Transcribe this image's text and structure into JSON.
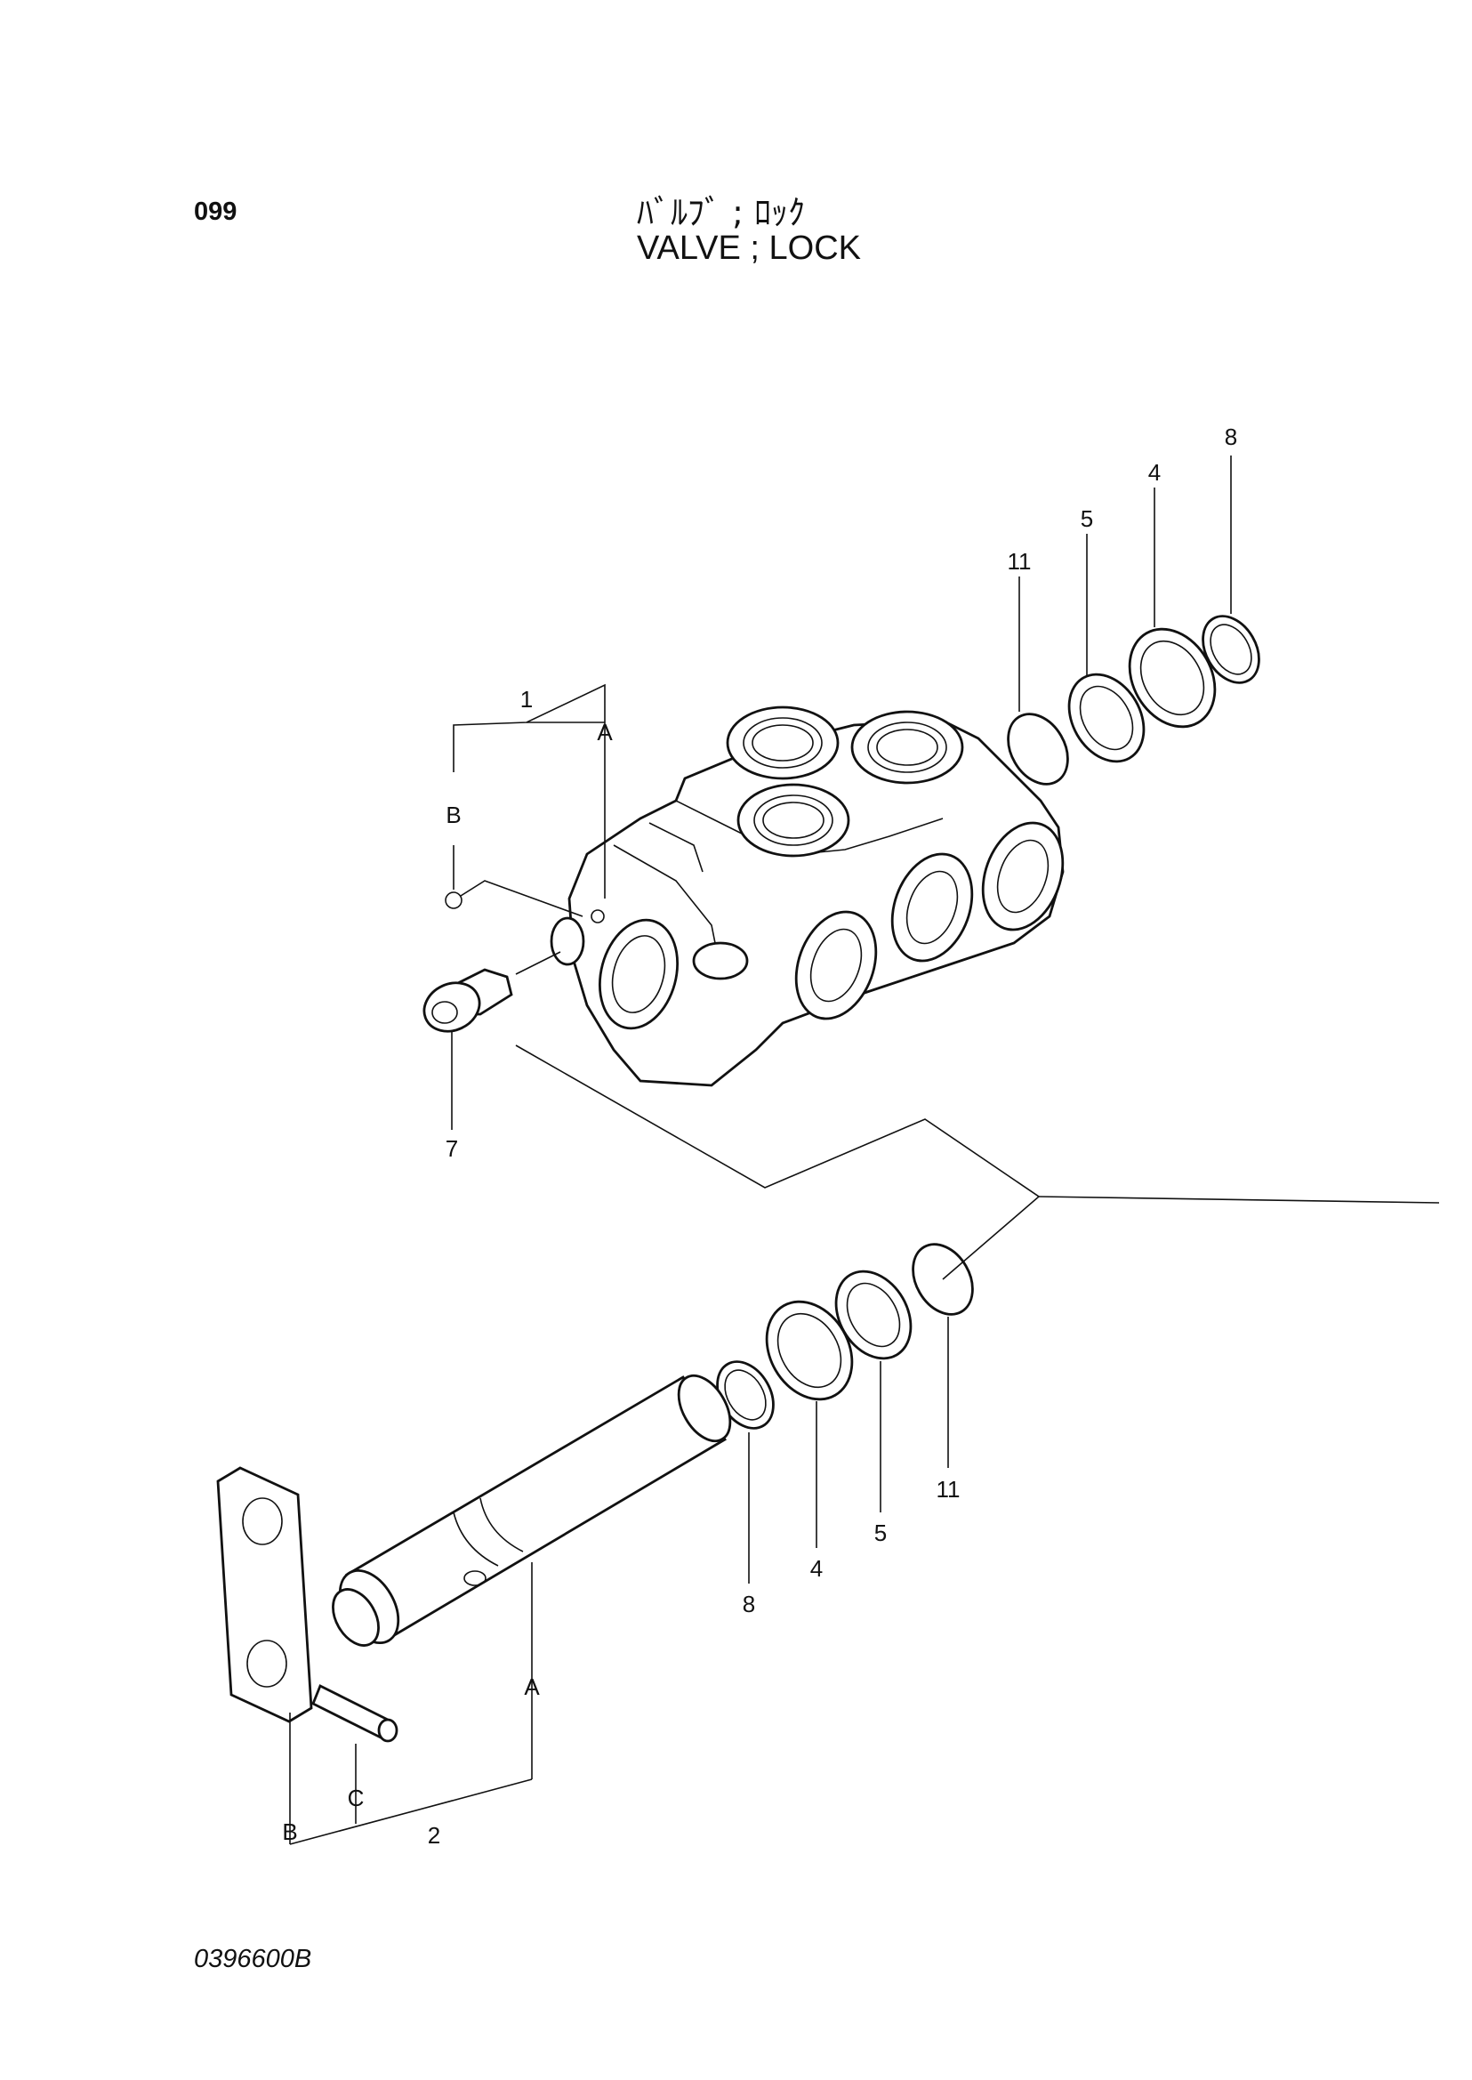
{
  "page_number": "099",
  "title_jp": "ﾊﾞﾙﾌﾞ ; ﾛｯｸ",
  "title_en": "VALVE ; LOCK",
  "drawing_number": "0396600B",
  "callouts": {
    "part_1": "1",
    "part_2": "2",
    "part_4_top": "4",
    "part_4_bottom": "4",
    "part_5_top": "5",
    "part_5_bottom": "5",
    "part_7": "7",
    "part_8_top": "8",
    "part_8_bottom": "8",
    "part_11_top": "11",
    "part_11_bottom": "11",
    "group_a_top": "A",
    "group_b_top": "B",
    "group_a_bottom": "A",
    "group_b_bottom": "B",
    "group_c_bottom": "C"
  }
}
